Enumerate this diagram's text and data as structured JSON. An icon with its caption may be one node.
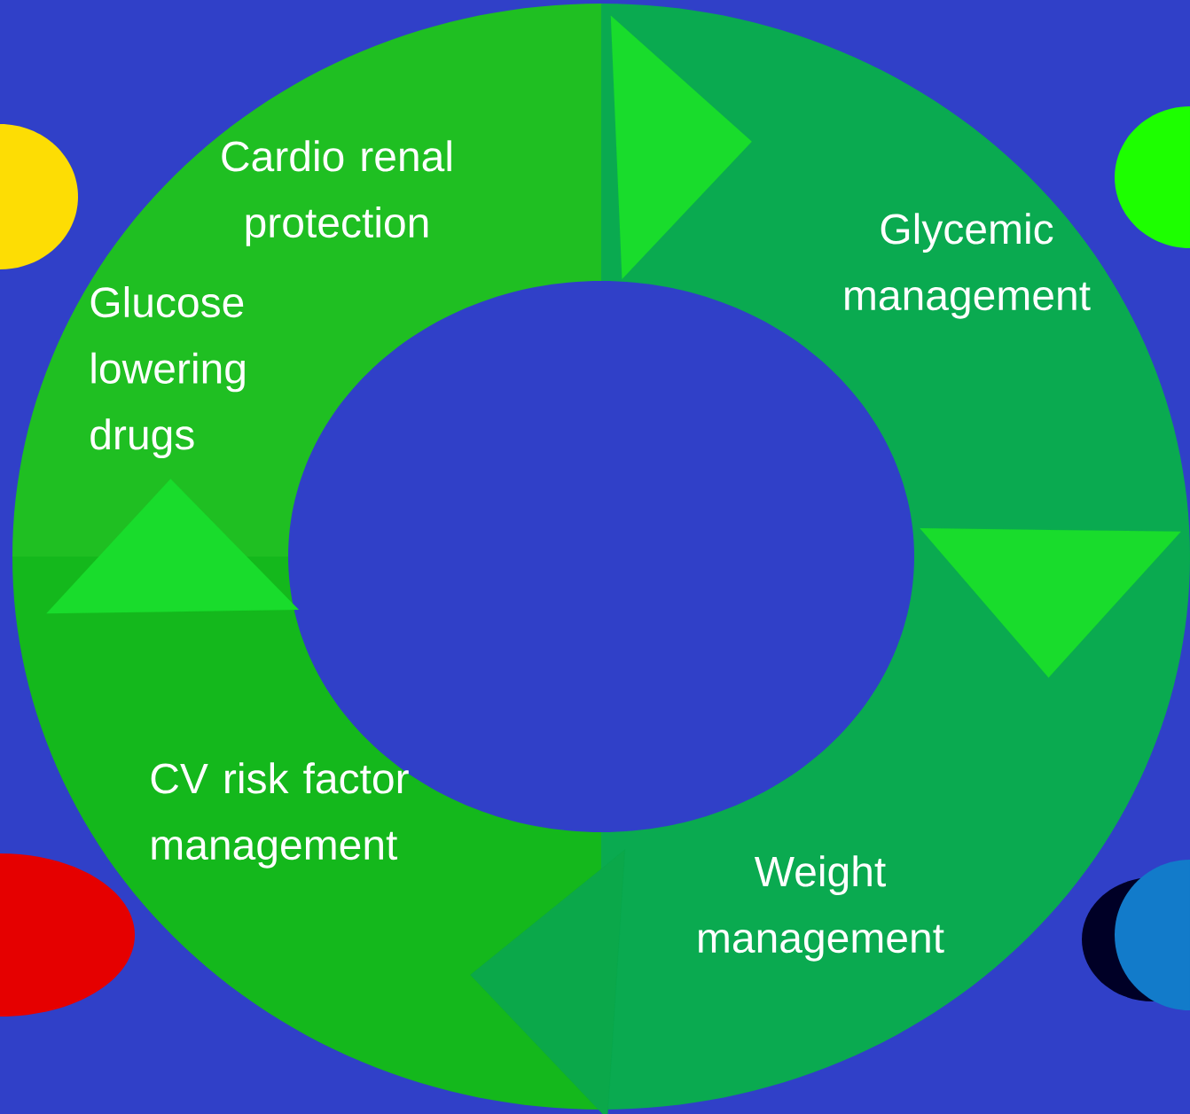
{
  "diagram": {
    "nodes": [
      {
        "text": [
          "Cardio renal protection",
          "Glucose lowering drugs"
        ]
      },
      {
        "text": [
          "Glycemic management"
        ]
      },
      {
        "text": [
          "CV risk factor management"
        ]
      },
      {
        "text": [
          "Weight management"
        ]
      }
    ],
    "edges": [
      {
        "from": 0,
        "to": 1,
        "arrow": "to"
      },
      {
        "from": 1,
        "to": 3,
        "arrow": "to"
      },
      {
        "from": 3,
        "to": 2,
        "arrow": "to",
        "color": "#0ba84a"
      },
      {
        "from": 2,
        "to": 0,
        "arrow": "to"
      }
    ]
  }
}
